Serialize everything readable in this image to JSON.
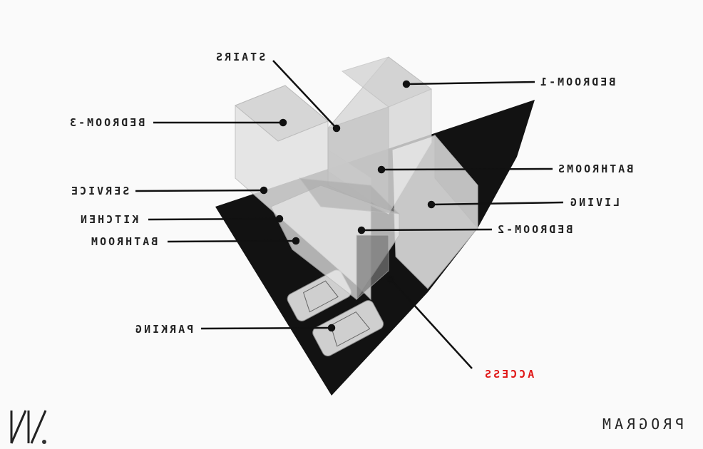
{
  "labels": {
    "stairs": "STAIRS",
    "bedroom1": "BEDROOM-1",
    "bedroom3": "BEDROOM-3",
    "bathrooms": "BATHROOMS",
    "service": "SERVICE",
    "living": "LIVING",
    "kitchen": "KITCHEN",
    "bedroom2": "BEDROOM-2",
    "bathroom": "BATHROOM",
    "parking": "PARKING",
    "access": "ACCESS"
  },
  "title": "PROGRAM",
  "logo": "N/.",
  "colors": {
    "access": "#e01818",
    "site": "#111111",
    "text": "#222222"
  }
}
